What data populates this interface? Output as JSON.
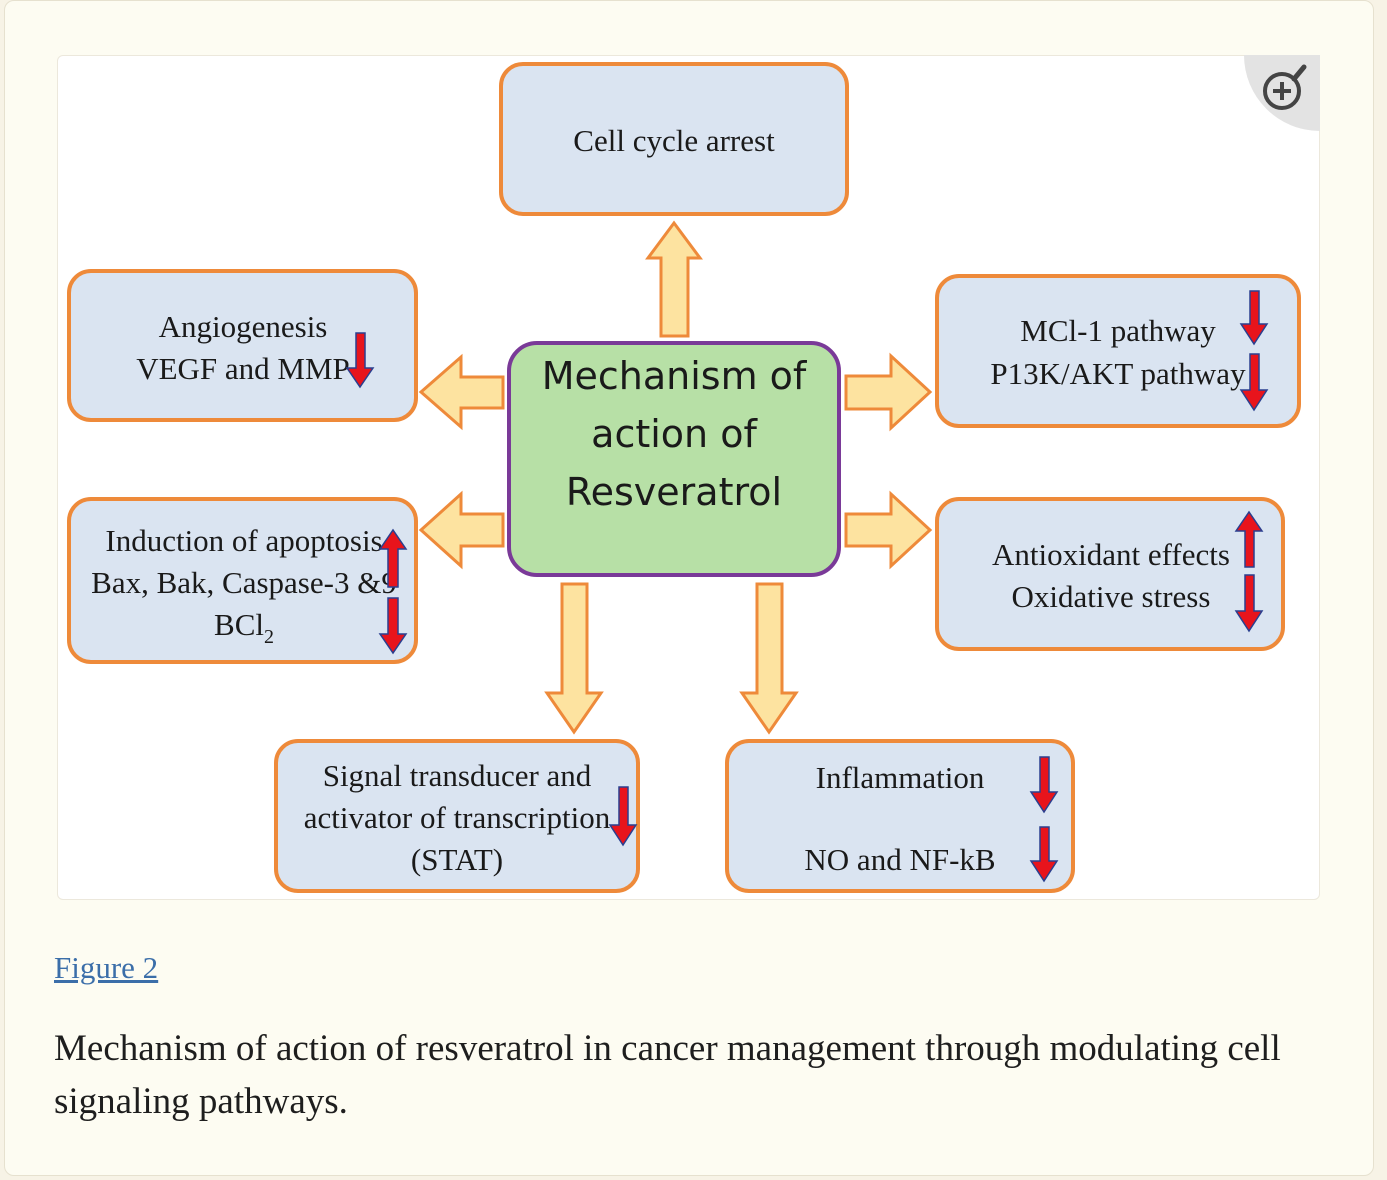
{
  "diagram": {
    "center": [
      "Mechanism of",
      "action of",
      "Resveratrol"
    ],
    "cell_cycle": "Cell cycle arrest",
    "angiogenesis": [
      "Angiogenesis",
      "VEGF and MMP"
    ],
    "apoptosis": [
      "Induction of apoptosis",
      "Bax, Bak, Caspase-3 &9",
      "BCl",
      "2"
    ],
    "mcl": [
      "MCl-1 pathway",
      "P13K/AKT pathway"
    ],
    "antioxidant": [
      "Antioxidant effects",
      "Oxidative stress"
    ],
    "stat": [
      "Signal transducer and",
      "activator of transcription",
      "(STAT)"
    ],
    "inflammation": [
      "Inflammation",
      "NO and NF-kB"
    ]
  },
  "figure_link": "Figure 2",
  "caption": "Mechanism of action of resveratrol in cancer management through modulating cell signaling pathways.",
  "icons": {
    "zoom": "zoom-in-icon",
    "down": "down-arrow-icon",
    "up": "up-arrow-icon"
  },
  "colors": {
    "box_fill": "#dae4f1",
    "box_border": "#ee8a3a",
    "center_fill": "#b7e0a6",
    "center_border": "#7a3a98",
    "arrow_fill": "#fde3a0",
    "indicator": "#e8141c",
    "link": "#3b6ea9"
  }
}
